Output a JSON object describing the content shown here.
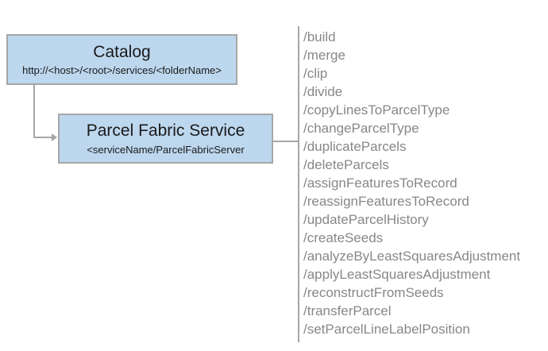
{
  "catalog": {
    "title": "Catalog",
    "url": "http://<host>/<root>/services/<folderName>"
  },
  "service": {
    "title": "Parcel Fabric Service",
    "path": "<serviceName/ParcelFabricServer"
  },
  "endpoints": [
    "/build",
    "/merge",
    "/clip",
    "/divide",
    "/copyLinesToParcelType",
    "/changeParcelType",
    "/duplicateParcels",
    "/deleteParcels",
    "/assignFeaturesToRecord",
    "/reassignFeaturesToRecord",
    "/updateParcelHistory",
    "/createSeeds",
    "/analyzeByLeastSquaresAdjustment",
    "/applyLeastSquaresAdjustment",
    "/reconstructFromSeeds",
    "/transferParcel",
    "/setParcelLineLabelPosition"
  ],
  "colors": {
    "box_fill": "#BDD7EE",
    "box_border": "#A6A6A6",
    "line_color": "#A6A6A6",
    "list_text": "#878787"
  }
}
